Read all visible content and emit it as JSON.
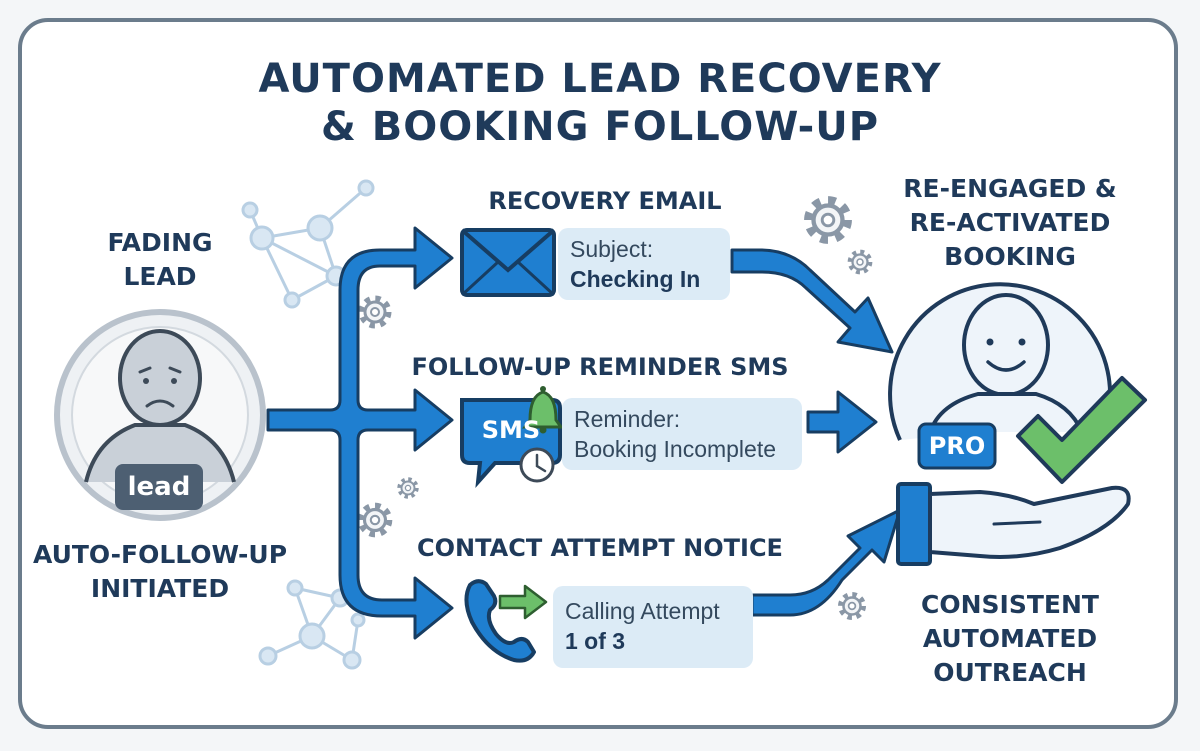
{
  "title_line1": "AUTOMATED LEAD RECOVERY",
  "title_line2": "& BOOKING FOLLOW-UP",
  "source": {
    "line1": "FADING",
    "line2": "LEAD",
    "badge": "lead",
    "caption_line1": "AUTO-FOLLOW-UP",
    "caption_line2": "INITIATED"
  },
  "steps": [
    {
      "title": "RECOVERY EMAIL",
      "line1": "Subject:",
      "line2": "Checking In"
    },
    {
      "title": "FOLLOW-UP REMINDER SMS",
      "badge": "SMS",
      "line1": "Reminder:",
      "line2": "Booking Incomplete"
    },
    {
      "title": "CONTACT ATTEMPT NOTICE",
      "line1": "Calling Attempt",
      "line2": "1 of 3"
    }
  ],
  "target": {
    "line1": "RE-ENGAGED &",
    "line2": "RE-ACTIVATED",
    "line3": "BOOKING",
    "badge": "PRO",
    "caption_line1": "CONSISTENT",
    "caption_line2": "AUTOMATED",
    "caption_line3": "OUTREACH"
  },
  "colors": {
    "navy": "#1f3a5a",
    "arrow_blue": "#1f7fd0",
    "bubble_bg": "#dcebf6",
    "check_green": "#6cbf6a",
    "frame_grey": "#6b7c8c"
  }
}
